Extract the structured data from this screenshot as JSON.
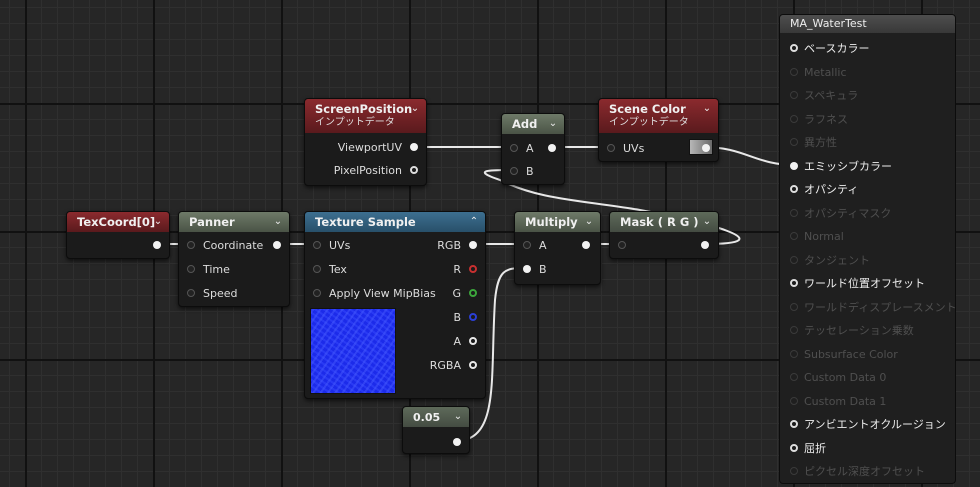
{
  "colors": {
    "input_header": "#8b2a2e",
    "math_header": "#6e7a68",
    "texture_header": "#3d6f90",
    "wire": "#e8e8e8"
  },
  "nodes": {
    "screen_position": {
      "title": "ScreenPosition",
      "subtitle": "インプットデータ",
      "outputs": [
        "ViewportUV",
        "PixelPosition"
      ]
    },
    "add": {
      "title": "Add",
      "inputs": [
        "A",
        "B"
      ]
    },
    "scene_color": {
      "title": "Scene Color",
      "subtitle": "インプットデータ",
      "inputs": [
        "UVs"
      ]
    },
    "texcoord": {
      "title": "TexCoord[0]"
    },
    "panner": {
      "title": "Panner",
      "inputs": [
        "Coordinate",
        "Time",
        "Speed"
      ]
    },
    "texture_sample": {
      "title": "Texture Sample",
      "inputs": [
        "UVs",
        "Tex",
        "Apply View MipBias"
      ],
      "outputs": [
        "RGB",
        "R",
        "G",
        "B",
        "A",
        "RGBA"
      ]
    },
    "multiply": {
      "title": "Multiply",
      "inputs": [
        "A",
        "B"
      ]
    },
    "mask": {
      "title": "Mask ( R G )"
    },
    "constant": {
      "title": "0.05"
    }
  },
  "material": {
    "title": "MA_WaterTest",
    "pins": [
      {
        "label": "ベースカラー",
        "active": true
      },
      {
        "label": "Metallic",
        "active": false
      },
      {
        "label": "スペキュラ",
        "active": false
      },
      {
        "label": "ラフネス",
        "active": false
      },
      {
        "label": "異方性",
        "active": false
      },
      {
        "label": "エミッシブカラー",
        "active": true,
        "connected": true
      },
      {
        "label": "オパシティ",
        "active": true
      },
      {
        "label": "オパシティマスク",
        "active": false
      },
      {
        "label": "Normal",
        "active": false
      },
      {
        "label": "タンジェント",
        "active": false
      },
      {
        "label": "ワールド位置オフセット",
        "active": true
      },
      {
        "label": "ワールドディスプレースメント",
        "active": false
      },
      {
        "label": "テッセレーション乗数",
        "active": false
      },
      {
        "label": "Subsurface Color",
        "active": false
      },
      {
        "label": "Custom Data 0",
        "active": false
      },
      {
        "label": "Custom Data 1",
        "active": false
      },
      {
        "label": "アンビエントオクルージョン",
        "active": true
      },
      {
        "label": "屈折",
        "active": true
      },
      {
        "label": "ピクセル深度オフセット",
        "active": false
      }
    ]
  }
}
